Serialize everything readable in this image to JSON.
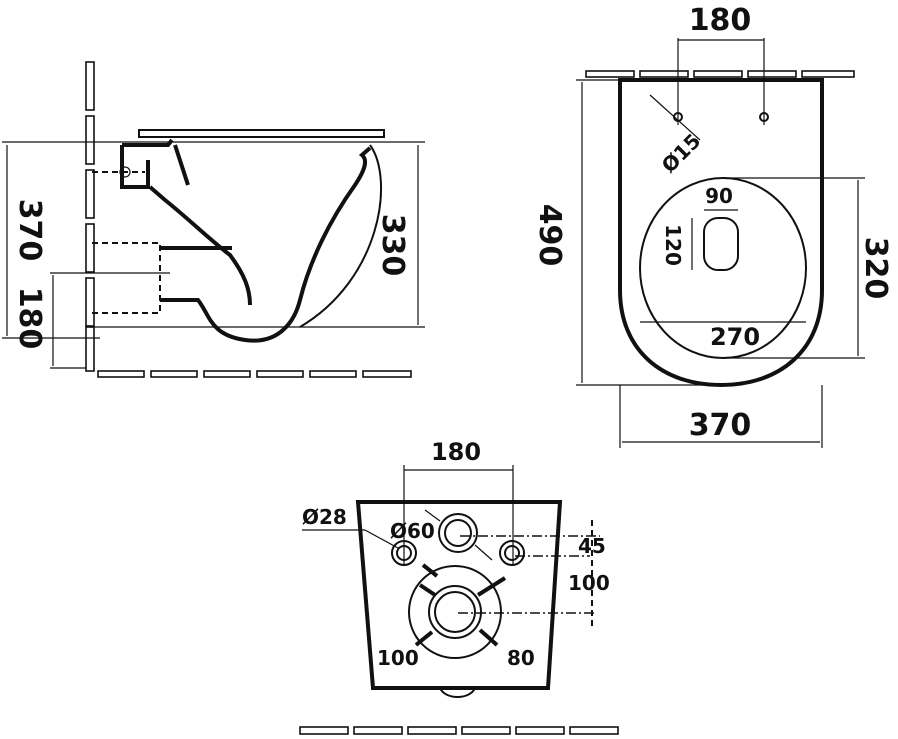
{
  "side_view": {
    "dim_total_height": "370",
    "dim_bowl_height": "330",
    "dim_outlet_height": "180"
  },
  "top_view": {
    "dim_hole_spacing": "180",
    "dim_hole_diameter": "Ø15",
    "dim_length": "490",
    "dim_opening_length": "320",
    "dim_opening_width": "270",
    "dim_outlet_width": "90",
    "dim_outlet_length": "120",
    "dim_width": "370"
  },
  "rear_view": {
    "dim_bolt_spacing": "180",
    "dim_bolt_diameter": "Ø28",
    "dim_inlet_diameter": "Ø60",
    "dim_inlet_offset": "45",
    "dim_outlet_offset": "100",
    "dim_outlet_outer": "100",
    "dim_outlet_inner": "80"
  }
}
